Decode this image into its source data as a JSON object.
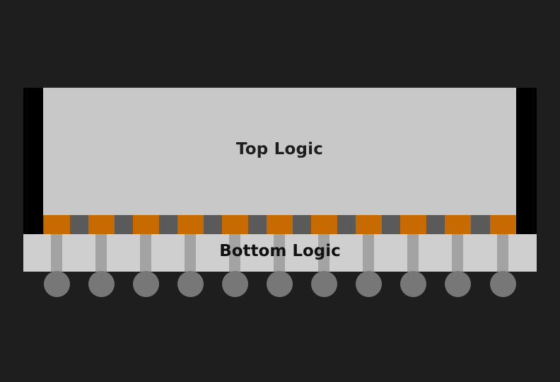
{
  "diagram": {
    "top_die": {
      "label": "Top Logic",
      "color": "#c8c8c8"
    },
    "bottom_die": {
      "label": "Bottom Logic",
      "color": "#cfcfcf"
    },
    "frame_color": "#000000",
    "background": "#1e1e1e",
    "bump_count": 11,
    "bump_color": "#c76b00",
    "bump_gap_color": "#5a5a5a",
    "via_count": 11,
    "via_color": "#a3a3a3",
    "ball_count": 11,
    "ball_color": "#777777"
  }
}
